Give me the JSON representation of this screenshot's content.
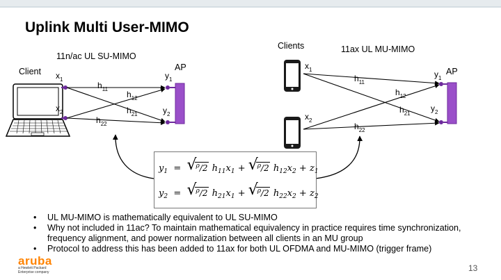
{
  "slide": {
    "title": "Uplink Multi User-MIMO",
    "page_number": "13"
  },
  "left_diagram": {
    "caption": "11n/ac UL SU-MIMO",
    "client_label": "Client",
    "ap_label": "AP",
    "x": [
      "x",
      "1",
      "x",
      "2"
    ],
    "y": [
      "y",
      "1",
      "y",
      "2"
    ],
    "h": [
      {
        "base": "h",
        "sub": "11"
      },
      {
        "base": "h",
        "sub": "12"
      },
      {
        "base": "h",
        "sub": "21"
      },
      {
        "base": "h",
        "sub": "22"
      }
    ]
  },
  "right_diagram": {
    "caption": "11ax UL MU-MIMO",
    "clients_label": "Clients",
    "ap_label": "AP",
    "x": [
      "x",
      "1",
      "x",
      "2"
    ],
    "y": [
      "y",
      "1",
      "y",
      "2"
    ],
    "h": [
      {
        "base": "h",
        "sub": "11"
      },
      {
        "base": "h",
        "sub": "12"
      },
      {
        "base": "h",
        "sub": "21"
      },
      {
        "base": "h",
        "sub": "22"
      }
    ]
  },
  "equations": {
    "eq1": {
      "lhs": "y",
      "lhs_sub": "1",
      "eq": "=",
      "rho": "ρ",
      "two": "2",
      "t1": "h",
      "t1s": "11",
      "t1x": "x",
      "t1xs": "1",
      "plus": "+",
      "t2": "h",
      "t2s": "12",
      "t2x": "x",
      "t2xs": "2",
      "z": "z",
      "zs": "1"
    },
    "eq2": {
      "lhs": "y",
      "lhs_sub": "2",
      "eq": "=",
      "rho": "ρ",
      "two": "2",
      "t1": "h",
      "t1s": "21",
      "t1x": "x",
      "t1xs": "1",
      "plus": "+",
      "t2": "h",
      "t2s": "22",
      "t2x": "x",
      "t2xs": "2",
      "z": "z",
      "zs": "2"
    }
  },
  "bullets": [
    "UL MU-MIMO is mathematically equivalent to UL SU-MIMO",
    "Why not included in 11ac?  To maintain mathematical equivalency in practice requires time synchronization, frequency alignment, and power normalization between all clients in an MU group",
    "Protocol to address this has been added to 11ax for both UL OFDMA and MU-MIMO (trigger frame)"
  ],
  "logo": {
    "word": "aruba",
    "sub1": "a Hewlett Packard",
    "sub2": "Enterprise company"
  },
  "colors": {
    "accent_purple": "#9a4fc9",
    "dot_purple": "#6d2a9c",
    "logo_orange": "#ff8300",
    "header_bar": "#e6ebee"
  }
}
